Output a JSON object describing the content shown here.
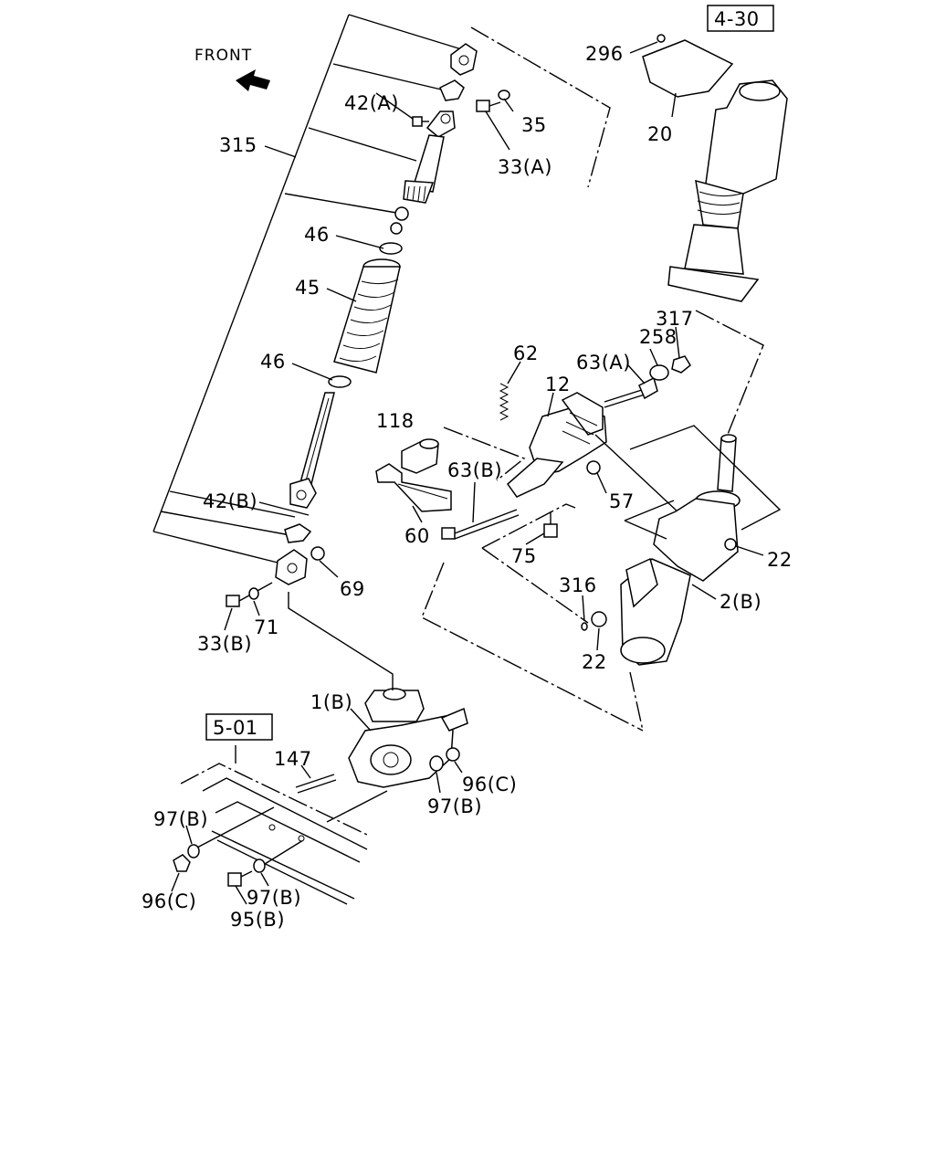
{
  "front_label": "FRONT",
  "references": [
    "4-30",
    "5-01"
  ],
  "callouts": [
    "296",
    "20",
    "42(A)",
    "35",
    "33(A)",
    "315",
    "46",
    "45",
    "46",
    "62",
    "12",
    "63(A)",
    "258",
    "317",
    "118",
    "63(B)",
    "57",
    "60",
    "75",
    "22",
    "42(B)",
    "69",
    "316",
    "2(B)",
    "22",
    "33(B)",
    "71",
    "1(B)",
    "147",
    "96(C)",
    "97(B)",
    "97(B)",
    "96(C)",
    "97(B)",
    "95(B)"
  ],
  "icons": {
    "front_arrow": "arrow-left-icon"
  }
}
